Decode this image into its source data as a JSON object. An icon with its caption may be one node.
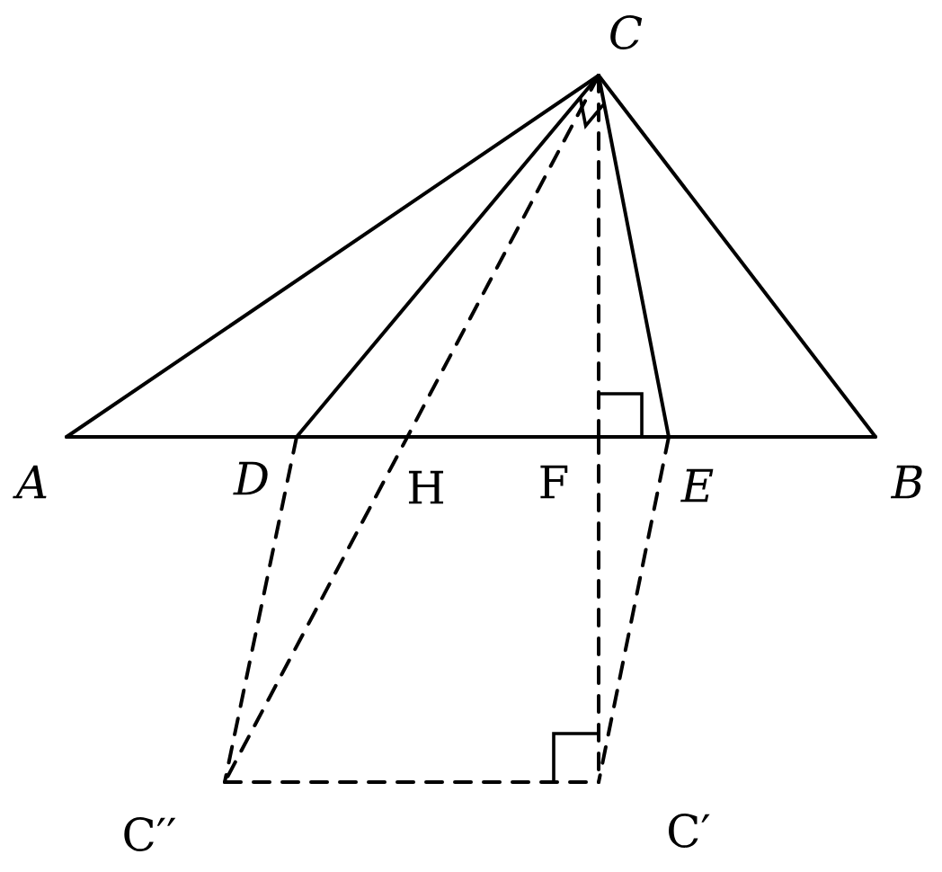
{
  "diagram": {
    "nodes": [
      {
        "text": [
          "C"
        ]
      },
      {
        "text": [
          "A"
        ]
      },
      {
        "text": [
          "D"
        ]
      },
      {
        "text": [
          "H"
        ]
      },
      {
        "text": [
          "F"
        ]
      },
      {
        "text": [
          "E"
        ]
      },
      {
        "text": [
          "B"
        ]
      },
      {
        "text": [
          "C′′"
        ]
      },
      {
        "text": [
          "C′"
        ]
      }
    ],
    "edges": [
      {
        "from": 1,
        "to": 0,
        "arrow": "none"
      },
      {
        "from": 0,
        "to": 6,
        "arrow": "none"
      },
      {
        "from": 0,
        "to": 2,
        "arrow": "none"
      },
      {
        "from": 0,
        "to": 5,
        "arrow": "none"
      },
      {
        "from": 1,
        "to": 2,
        "arrow": "none"
      },
      {
        "from": 2,
        "to": 3,
        "arrow": "none"
      },
      {
        "from": 3,
        "to": 4,
        "arrow": "none"
      },
      {
        "from": 4,
        "to": 5,
        "arrow": "none"
      },
      {
        "from": 5,
        "to": 6,
        "arrow": "none"
      },
      {
        "from": 0,
        "to": 4,
        "arrow": "none",
        "style": "dashed"
      },
      {
        "from": 4,
        "to": 8,
        "arrow": "none",
        "style": "dashed"
      },
      {
        "from": 0,
        "to": 7,
        "arrow": "none",
        "style": "dashed"
      },
      {
        "from": 2,
        "to": 7,
        "arrow": "none",
        "style": "dashed"
      },
      {
        "from": 5,
        "to": 8,
        "arrow": "none",
        "style": "dashed"
      },
      {
        "from": 7,
        "to": 8,
        "arrow": "none",
        "style": "dashed"
      }
    ]
  }
}
